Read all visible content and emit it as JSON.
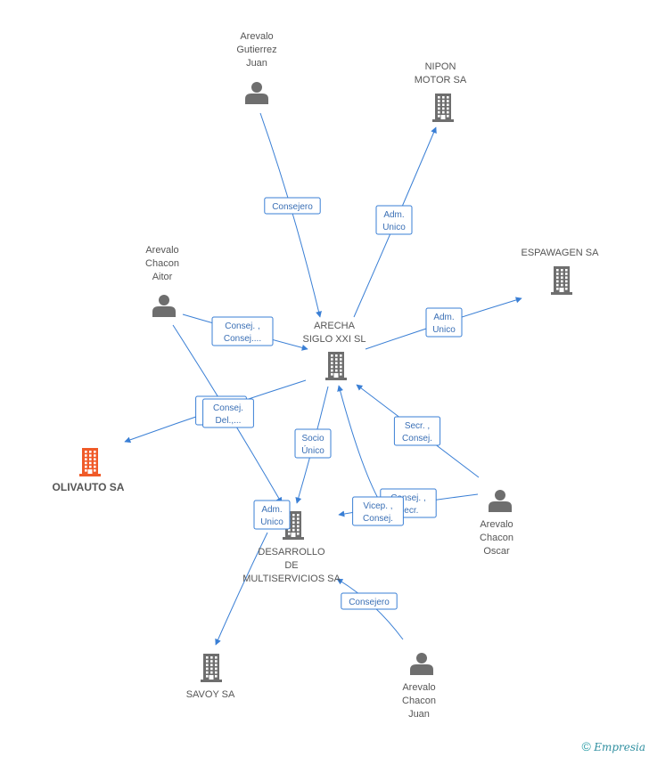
{
  "nodes": [
    {
      "id": "gutierrez",
      "type": "person",
      "label": [
        "Arevalo",
        "Gutierrez",
        "Juan"
      ]
    },
    {
      "id": "nipon",
      "type": "company",
      "label": [
        "NIPON",
        "MOTOR SA"
      ]
    },
    {
      "id": "espawagen",
      "type": "company",
      "label": [
        "ESPAWAGEN SA"
      ]
    },
    {
      "id": "aitor",
      "type": "person",
      "label": [
        "Arevalo",
        "Chacon",
        "Aitor"
      ]
    },
    {
      "id": "arecha",
      "type": "company",
      "label": [
        "ARECHA",
        "SIGLO XXI SL"
      ]
    },
    {
      "id": "olivauto",
      "type": "company",
      "focus": true,
      "label": [
        "OLIVAUTO SA"
      ]
    },
    {
      "id": "desarrollo",
      "type": "company",
      "label": [
        "DESARROLLO",
        "DE",
        "MULTISERVICIOS SA"
      ]
    },
    {
      "id": "oscar",
      "type": "person",
      "label": [
        "Arevalo",
        "Chacon",
        "Oscar"
      ]
    },
    {
      "id": "savoy",
      "type": "company",
      "label": [
        "SAVOY SA"
      ]
    },
    {
      "id": "juan",
      "type": "person",
      "label": [
        "Arevalo",
        "Chacon",
        "Juan"
      ]
    }
  ],
  "edges": [
    {
      "from": "gutierrez",
      "to": "arecha",
      "label": [
        "Consejero"
      ]
    },
    {
      "from": "arecha",
      "to": "nipon",
      "label": [
        "Adm.",
        "Unico"
      ]
    },
    {
      "from": "arecha",
      "to": "espawagen",
      "label": [
        "Adm.",
        "Unico"
      ]
    },
    {
      "from": "aitor",
      "to": "arecha",
      "label": [
        "Consej. ,",
        "Consej...."
      ]
    },
    {
      "from": "arecha",
      "to": "olivauto",
      "label": [
        "Consej.",
        "Del.,..."
      ]
    },
    {
      "from": "aitor",
      "to": "desarrollo",
      "label": [
        "Consej.",
        "Del.,..."
      ]
    },
    {
      "from": "arecha",
      "to": "desarrollo",
      "label": [
        "Socio",
        "Único"
      ]
    },
    {
      "from": "oscar",
      "to": "arecha",
      "label": [
        "Secr. ,",
        "Consej."
      ]
    },
    {
      "from": "oscar",
      "to": "desarrollo",
      "label": [
        "Consej. ,",
        "Secr."
      ]
    },
    {
      "from": "juan",
      "to": "arecha",
      "label": [
        "Vicep. ,",
        "Consej."
      ]
    },
    {
      "from": "juan",
      "to": "desarrollo",
      "label": [
        "Consejero"
      ]
    },
    {
      "from": "arecha",
      "to": "savoy",
      "label": [
        "Adm.",
        "Unico"
      ]
    }
  ],
  "colors": {
    "edge": "#3a7fd5",
    "icon": "#6e6e6e",
    "focus_icon": "#f05a28",
    "label": "#555555"
  },
  "credit": {
    "copyright": "©",
    "brand": "Empresia"
  }
}
